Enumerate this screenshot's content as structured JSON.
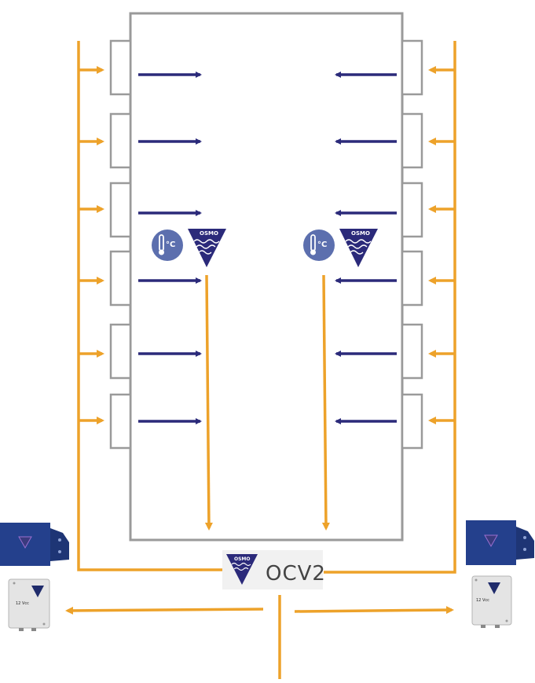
{
  "colors": {
    "pipe": "#EDA22A",
    "arrow": "#2B2A7A",
    "outline": "#9A9A9A",
    "brand": "#2B2A7A",
    "sensor": "#5C6FAE",
    "pump": "#24408C"
  },
  "left_sensor": {
    "icon": "thermometer-icon",
    "unit_label": "°C",
    "logo_label": "OSMO"
  },
  "right_sensor": {
    "icon": "thermometer-icon",
    "unit_label": "°C",
    "logo_label": "OSMO"
  },
  "controller": {
    "label": "OCV2",
    "logo_label": "OSMO"
  },
  "left_power_box": {
    "label": "12 Vcc"
  },
  "right_power_box": {
    "label": "12 Vcc"
  },
  "left_pump": {
    "icon": "pump-icon"
  },
  "right_pump": {
    "icon": "pump-icon"
  }
}
